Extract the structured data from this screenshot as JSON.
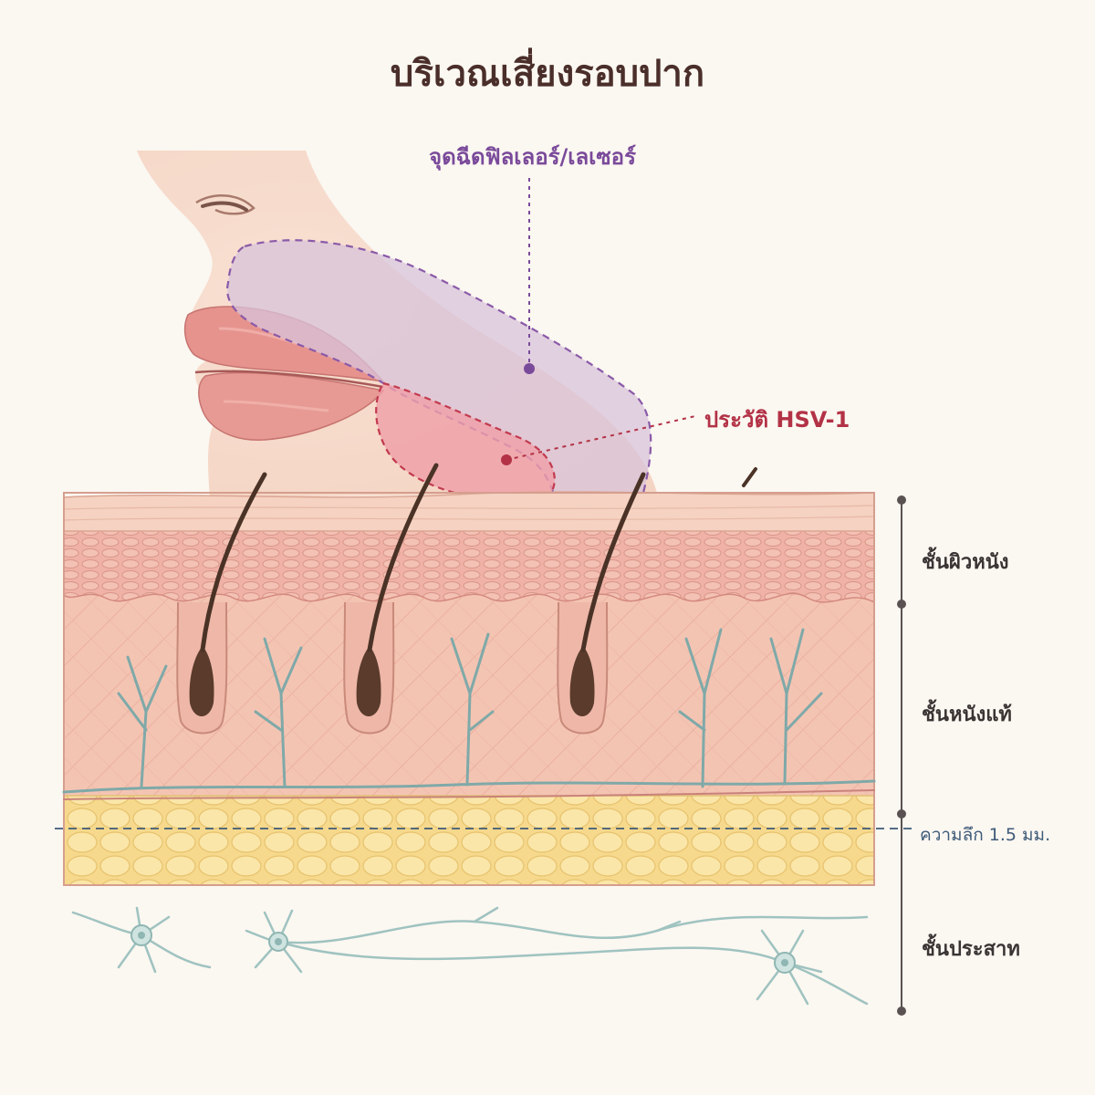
{
  "title": "บริเวณเสี่ยงรอบปาก",
  "callouts": {
    "filler_laser": {
      "label": "จุดฉีดฟิลเลอร์/เลเซอร์",
      "color": "#7a4a9a"
    },
    "hsv": {
      "label": "ประวัติ HSV-1",
      "color": "#b33246"
    }
  },
  "layers": {
    "epidermis": "ชั้นผิวหนัง",
    "dermis": "ชั้นหนังแท้",
    "nerve": "ชั้นประสาท"
  },
  "depth_marker": {
    "label": "ความลึก 1.5 มม.",
    "color": "#3e5a78"
  },
  "colors": {
    "background": "#fbf7f1",
    "skin_face": "#f6d9c8",
    "lips": "#e6938e",
    "epidermis": "#f2b8ac",
    "dermis": "#f3c3b2",
    "fat": "#f8e09a",
    "vessel": "#7fa9a8",
    "nerve": "#9fc3c0",
    "hair": "#4a3326"
  }
}
